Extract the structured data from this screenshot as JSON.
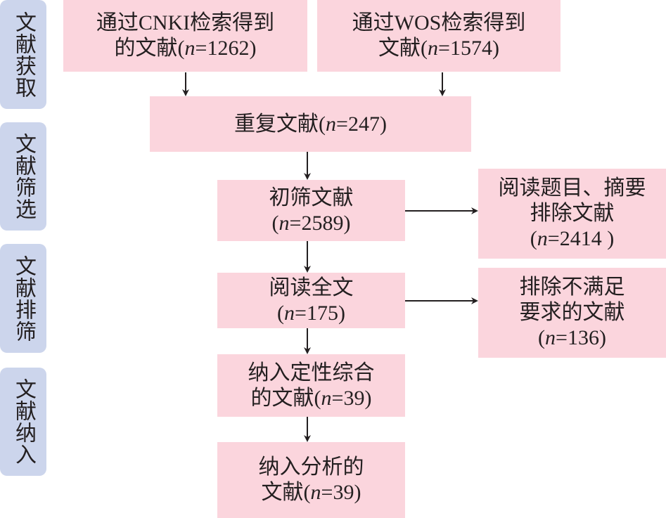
{
  "stages": [
    {
      "label": "文献获取"
    },
    {
      "label": "文献筛选"
    },
    {
      "label": "文献排筛"
    },
    {
      "label": "文献纳入"
    }
  ],
  "boxes": {
    "cnki": {
      "line1": "通过CNKI检索得到",
      "pre": "的文献(",
      "n": "n",
      "val": "=1262)"
    },
    "wos": {
      "line1": "通过WOS检索得到",
      "pre": "文献(",
      "n": "n",
      "val": "=1574)"
    },
    "duplicate": {
      "pre": "重复文献(",
      "n": "n",
      "val": "=247)"
    },
    "initial": {
      "line1": "初筛文献",
      "pre": "(",
      "n": "n",
      "val": "=2589)"
    },
    "excluded_abstract": {
      "line1": "阅读题目、摘要",
      "line2": "排除文献",
      "pre": "(",
      "n": "n",
      "val": "=2414 )"
    },
    "fulltext": {
      "line1": "阅读全文",
      "pre": "(",
      "n": "n",
      "val": "=175)"
    },
    "excluded_fulltext": {
      "line1": "排除不满足",
      "line2": "要求的文献",
      "pre": "(",
      "n": "n",
      "val": "=136)"
    },
    "qualitative": {
      "line1": "纳入定性综合",
      "pre": "的文献(",
      "n": "n",
      "val": "=39)"
    },
    "analysis": {
      "line1": "纳入分析的",
      "pre": "文献(",
      "n": "n",
      "val": "=39)"
    }
  },
  "colors": {
    "stage_fill": "#ccd5ec",
    "box_fill": "#fbd5dd",
    "arrow": "#231f20"
  }
}
